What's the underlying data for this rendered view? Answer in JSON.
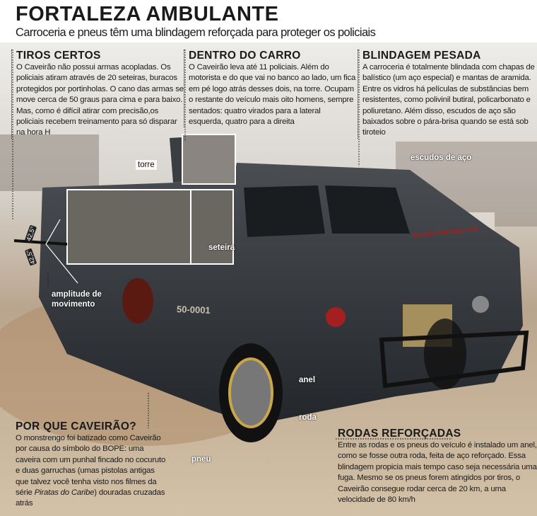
{
  "header": {
    "title": "FORTALEZA AMBULANTE",
    "subtitle": "Carroceria e pneus têm uma blindagem reforçada para proteger os policiais"
  },
  "sections": {
    "tiros": {
      "heading": "TIROS CERTOS",
      "text": "O Caveirão não possui armas acopladas. Os policiais atiram através de 20 seteiras, buracos protegidos por portinholas. O cano das armas se move cerca de 50 graus para cima e para baixo. Mas, como é difícil atirar com precisão,os policiais recebem treinamento para só disparar na hora H"
    },
    "dentro": {
      "heading": "DENTRO DO CARRO",
      "text": "O Caveirão leva até 11 policiais. Além do motorista e do que vai no banco ao lado, um fica em pé logo atrás desses dois, na torre. Ocupam o restante do veículo mais oito homens, sempre sentados: quatro virados para a lateral esquerda, quatro para a direita"
    },
    "blindagem": {
      "heading": "BLINDAGEM PESADA",
      "text": "A carroceria é totalmente blindada com chapas de balístico (um aço especial) e mantas de aramida. Entre os vidros há películas de substâncias bem resistentes, como polivinil butiral, policarbonato e poliuretano. Além disso, escudos de aço são baixados sobre o pára-brisa quando se está sob tiroteio"
    },
    "porque": {
      "heading": "POR QUE CAVEIRÃO?",
      "text_before": "O monstrengo foi batizado como Caveirão por causa do símbolo do BOPE: uma caveira com um punhal fincado no cocuruto e duas garruchas (umas pistolas antigas que talvez você tenha visto nos filmes da série ",
      "italic": "Piratas do Caribe",
      "text_after": ") douradas cruzadas atrás"
    },
    "rodas": {
      "heading": "RODAS REFORÇADAS",
      "text": "Entre as rodas e os pneus do veículo é instalado um anel, como se fosse outra roda, feita de aço reforçado. Essa blindagem propicia mais tempo caso seja necessária uma fuga. Mesmo se os pneus forem atingidos por tiros, o Caveirão consegue rodar cerca de 20 km, a uma velocidade de 80 km/h"
    }
  },
  "labels": {
    "torre": "torre",
    "seteira": "seteira",
    "amplitude": "amplitude de movimento",
    "escudos": "escudos de aço",
    "anel": "anel",
    "roda": "roda",
    "pneu": "pneu",
    "angle_up": "42,5°",
    "angle_down": "42,5°"
  },
  "vehicle": {
    "plate": "50-0001",
    "sign": "mento Habitacional"
  },
  "colors": {
    "body": "#2e3236",
    "dust": "#b89a78",
    "sky": "#dcd8d2"
  }
}
